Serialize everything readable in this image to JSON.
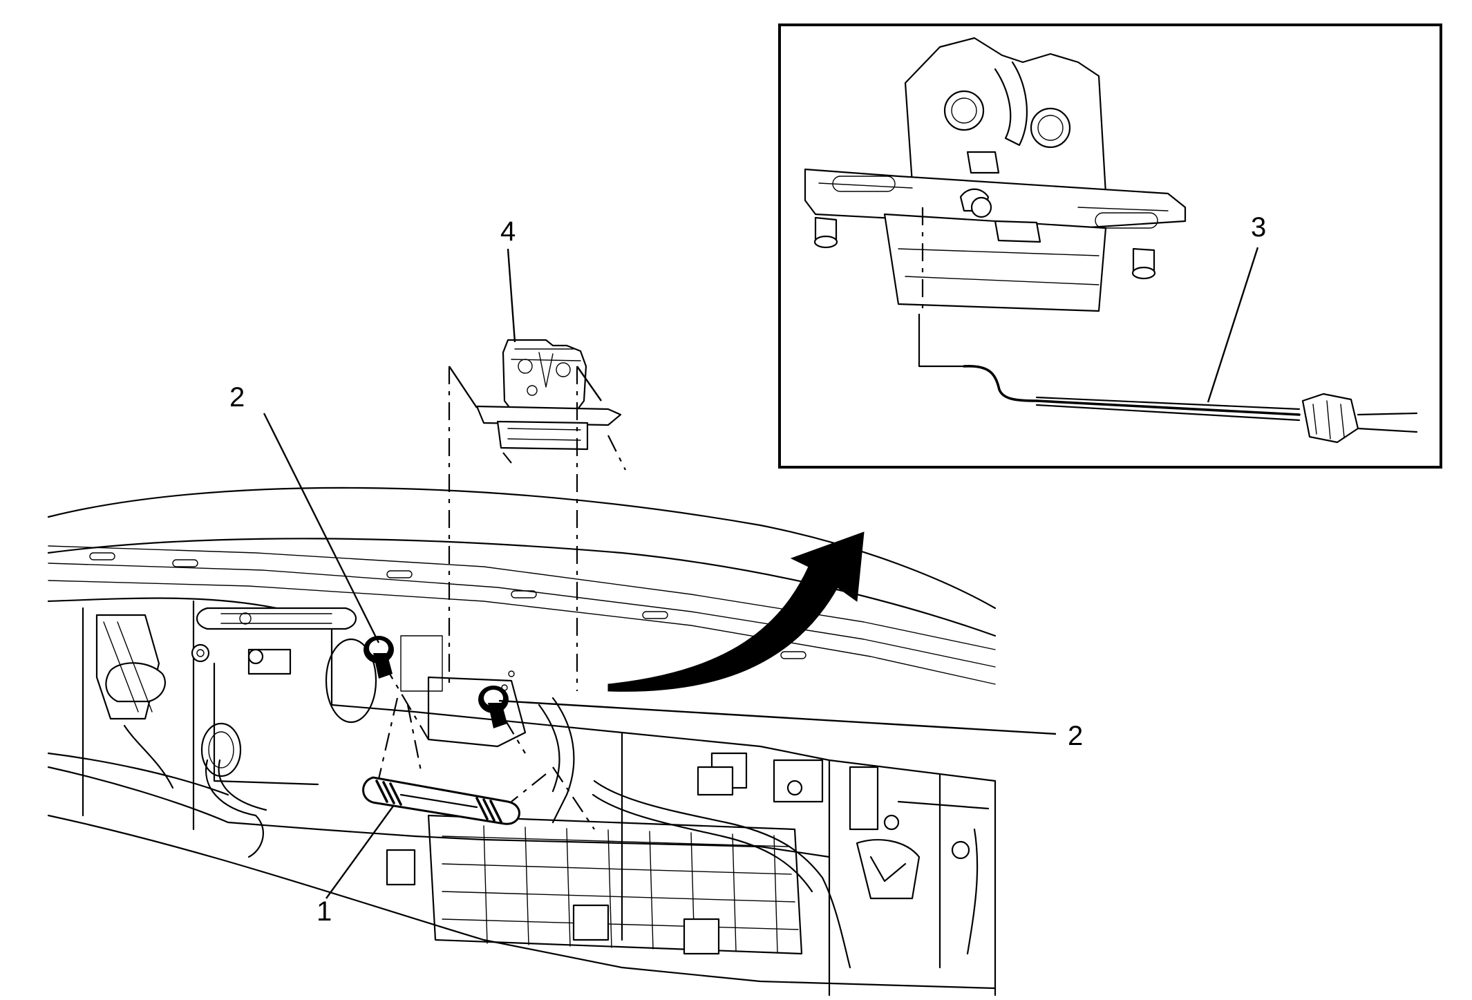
{
  "callouts": {
    "spring": "1",
    "bolt_left": "2",
    "bolt_right": "2",
    "cable": "3",
    "latch": "4"
  },
  "colors": {
    "line": "#000000",
    "background": "#ffffff"
  }
}
